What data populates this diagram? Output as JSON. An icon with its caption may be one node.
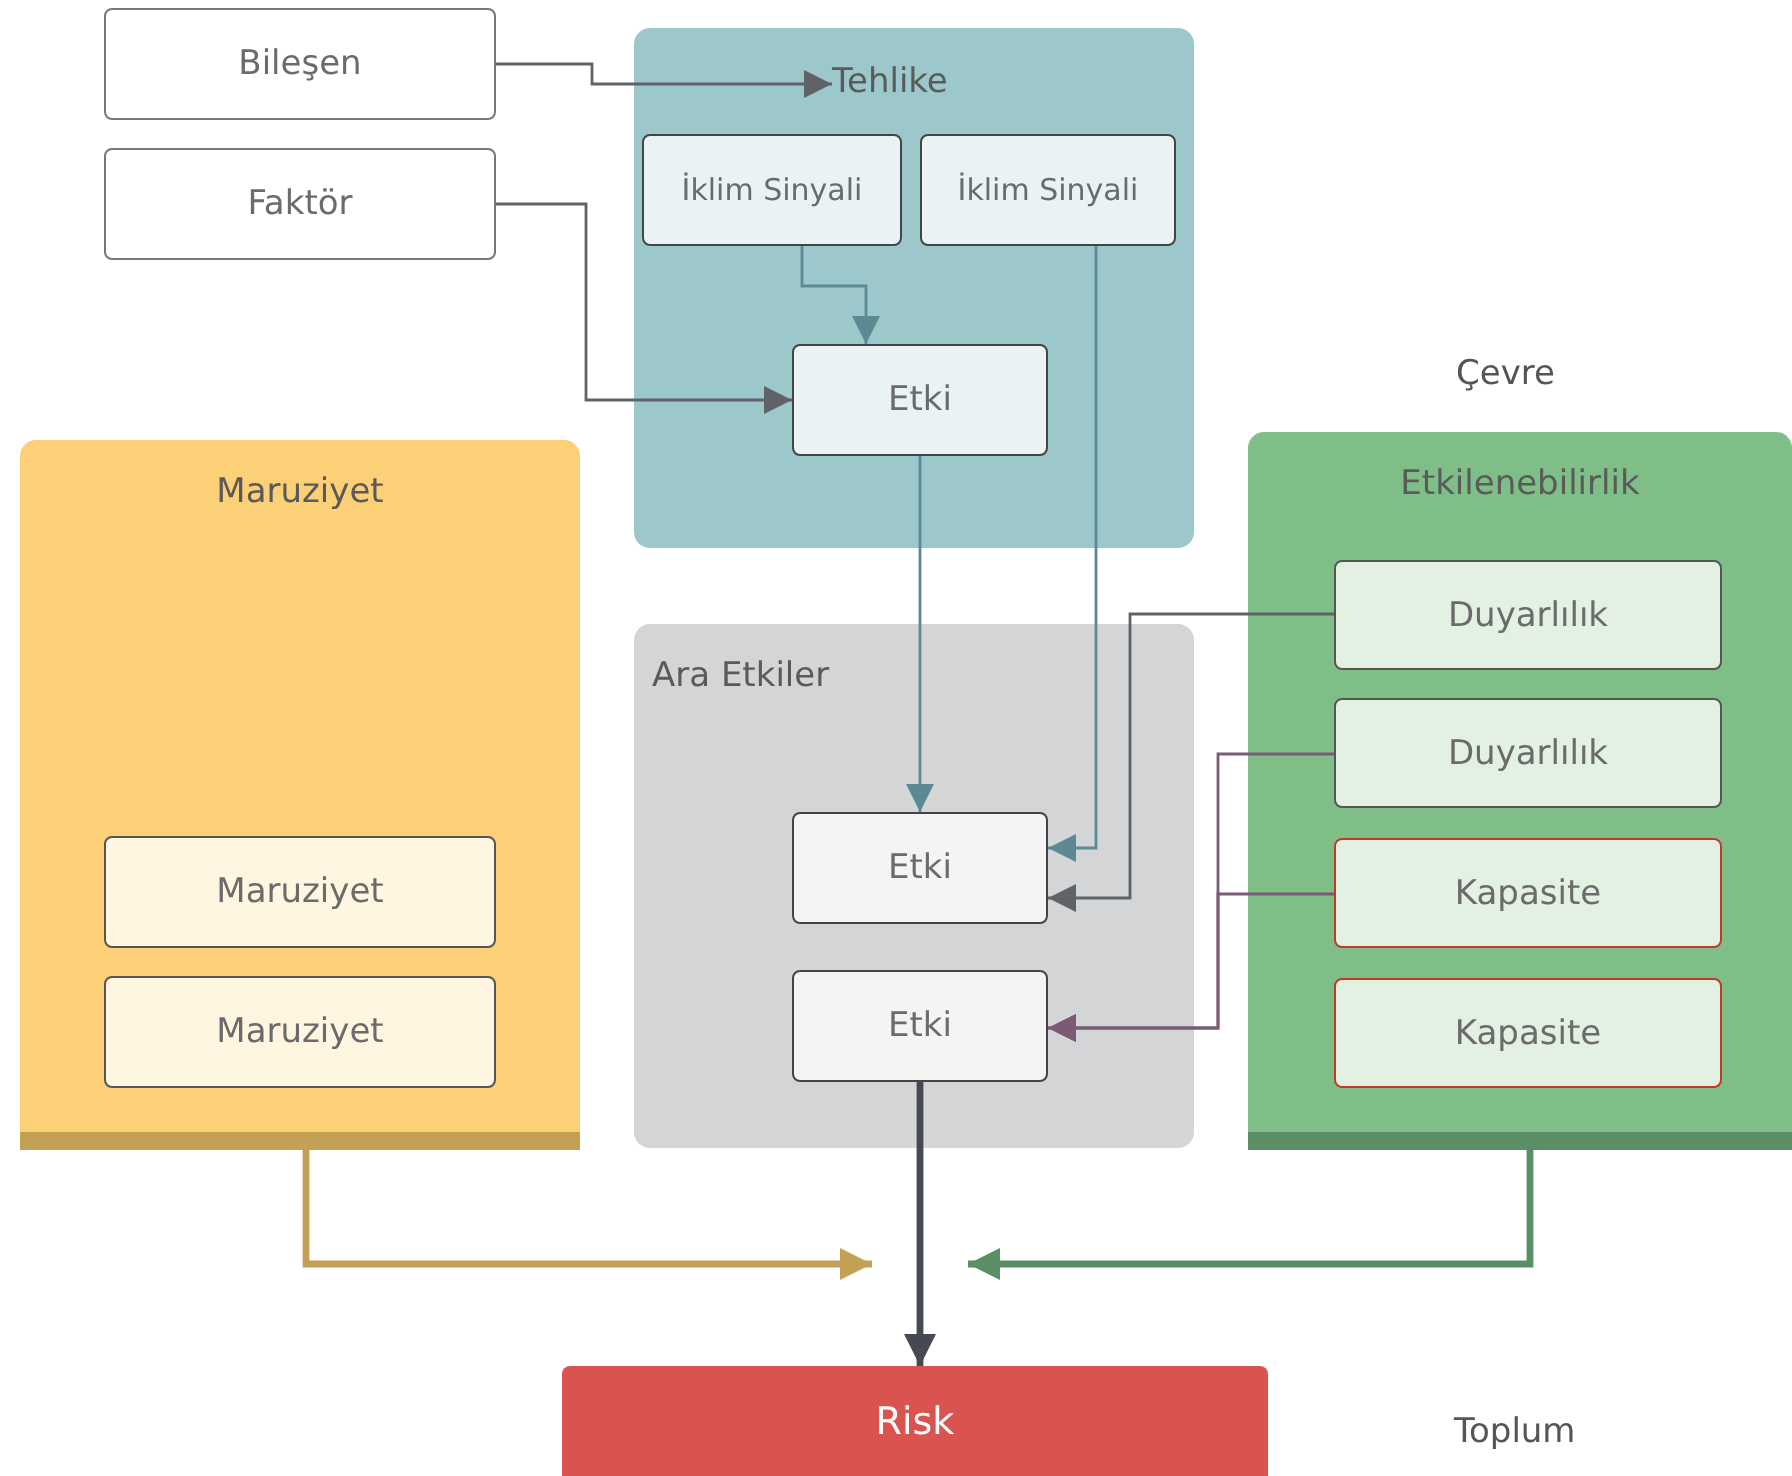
{
  "diagram": {
    "nodes": [
      {
        "text": [
          "Bileşen"
        ]
      },
      {
        "text": [
          "Faktör"
        ]
      },
      {
        "text": [],
        "shape": "box"
      },
      {
        "text": [
          "Tehlike"
        ],
        "in": 2
      },
      {
        "text": [
          "İklim Sinyali"
        ],
        "in": 2
      },
      {
        "text": [
          "İklim Sinyali"
        ],
        "in": 2
      },
      {
        "text": [
          "Etki"
        ],
        "in": 2
      },
      {
        "text": [
          "Maruziyet"
        ]
      },
      {
        "text": [
          "Maruziyet"
        ],
        "in": 7
      },
      {
        "text": [
          "Maruziyet"
        ],
        "in": 7
      },
      {
        "text": [
          "Ara Etkiler"
        ]
      },
      {
        "text": [
          "Etki"
        ],
        "in": 10
      },
      {
        "text": [
          "Etki"
        ],
        "in": 10
      },
      {
        "text": [
          "Etkilenebilirlik"
        ]
      },
      {
        "text": [
          "Duyarlılık"
        ],
        "in": 13
      },
      {
        "text": [
          "Duyarlılık"
        ],
        "in": 13
      },
      {
        "text": [
          "Kapasite"
        ],
        "in": 13
      },
      {
        "text": [
          "Kapasite"
        ],
        "in": 13
      },
      {
        "text": [
          "Risk"
        ]
      }
    ],
    "edges": [
      {
        "from": 0,
        "to": 3,
        "arrow": "to"
      },
      {
        "from": 1,
        "to": 6,
        "arrow": "to"
      },
      {
        "from": 4,
        "to": 6,
        "arrow": "to",
        "color": "#5b8a94"
      },
      {
        "from": 5,
        "to": 11,
        "arrow": "to",
        "color": "#5b8a94"
      },
      {
        "from": 6,
        "to": 11,
        "arrow": "to",
        "color": "#5b8a94"
      },
      {
        "from": 14,
        "to": 11,
        "arrow": "to"
      },
      {
        "from": 15,
        "to": 12,
        "arrow": "to",
        "color": "#7a5a74"
      },
      {
        "from": 16,
        "to": 12,
        "arrow": "to",
        "color": "#7a5a74"
      },
      {
        "from": 7,
        "to": null,
        "arrow": "to",
        "color": "#c4a055",
        "style": "thick"
      },
      {
        "from": 13,
        "to": null,
        "arrow": "to",
        "color": "#5a8f65",
        "style": "thick"
      },
      {
        "from": 12,
        "to": 18,
        "arrow": "to",
        "color": "#454a52",
        "style": "thick"
      }
    ],
    "labels": [
      "Çevre",
      "Toplum"
    ]
  }
}
